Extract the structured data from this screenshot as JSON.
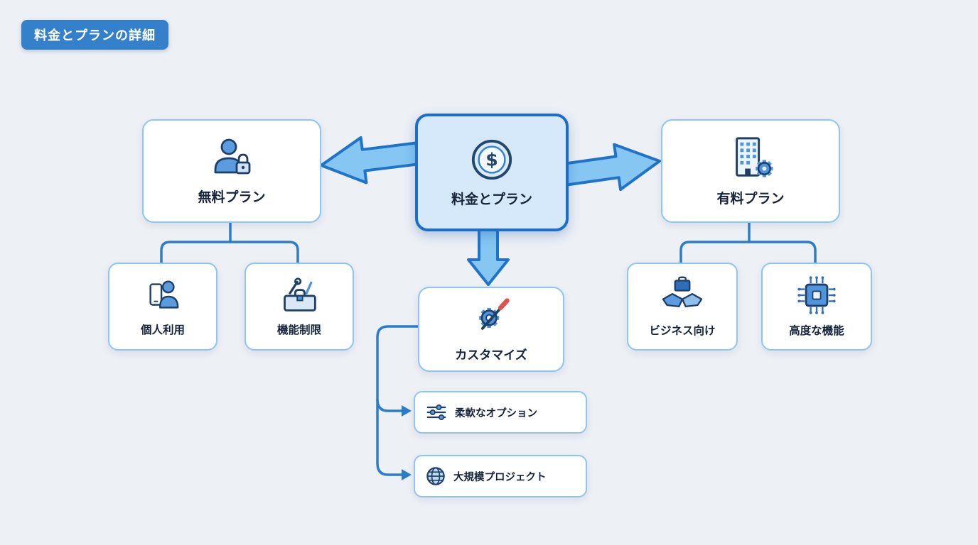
{
  "badge": {
    "label": "料金とプランの詳細"
  },
  "colors": {
    "background": "#edf0f5",
    "badge_bg": "#3580cb",
    "node_border": "#8ec6ef",
    "center_node_bg": "#d6e9fb",
    "center_node_border": "#1d6ec6",
    "arrow_fill": "#85c6f3",
    "arrow_stroke": "#1f74c9",
    "connector_stroke": "#2b7ccd",
    "text": "#16233a"
  },
  "nodes": {
    "center": {
      "label": "料金とプラン",
      "icon": "dollar-circle-icon"
    },
    "free": {
      "label": "無料プラン",
      "icon": "user-lock-icon"
    },
    "paid": {
      "label": "有料プラン",
      "icon": "building-gear-icon"
    },
    "personal": {
      "label": "個人利用",
      "icon": "person-phone-icon"
    },
    "limited": {
      "label": "機能制限",
      "icon": "toolbox-icon"
    },
    "business": {
      "label": "ビジネス向け",
      "icon": "handshake-briefcase-icon"
    },
    "advanced": {
      "label": "高度な機能",
      "icon": "chip-icon"
    },
    "customize": {
      "label": "カスタマイズ",
      "icon": "gear-wrench-icon"
    },
    "flexible": {
      "label": "柔軟なオプション",
      "icon": "sliders-icon"
    },
    "large": {
      "label": "大規模プロジェクト",
      "icon": "globe-icon"
    }
  },
  "edges": [
    {
      "from": "center",
      "to": "free",
      "style": "block-arrow"
    },
    {
      "from": "center",
      "to": "paid",
      "style": "block-arrow"
    },
    {
      "from": "center",
      "to": "customize",
      "style": "block-arrow"
    },
    {
      "from": "free",
      "to": "personal",
      "style": "tree-line"
    },
    {
      "from": "free",
      "to": "limited",
      "style": "tree-line"
    },
    {
      "from": "paid",
      "to": "business",
      "style": "tree-line"
    },
    {
      "from": "paid",
      "to": "advanced",
      "style": "tree-line"
    },
    {
      "from": "customize",
      "to": "flexible",
      "style": "curved-arrow"
    },
    {
      "from": "customize",
      "to": "large",
      "style": "curved-arrow"
    }
  ]
}
